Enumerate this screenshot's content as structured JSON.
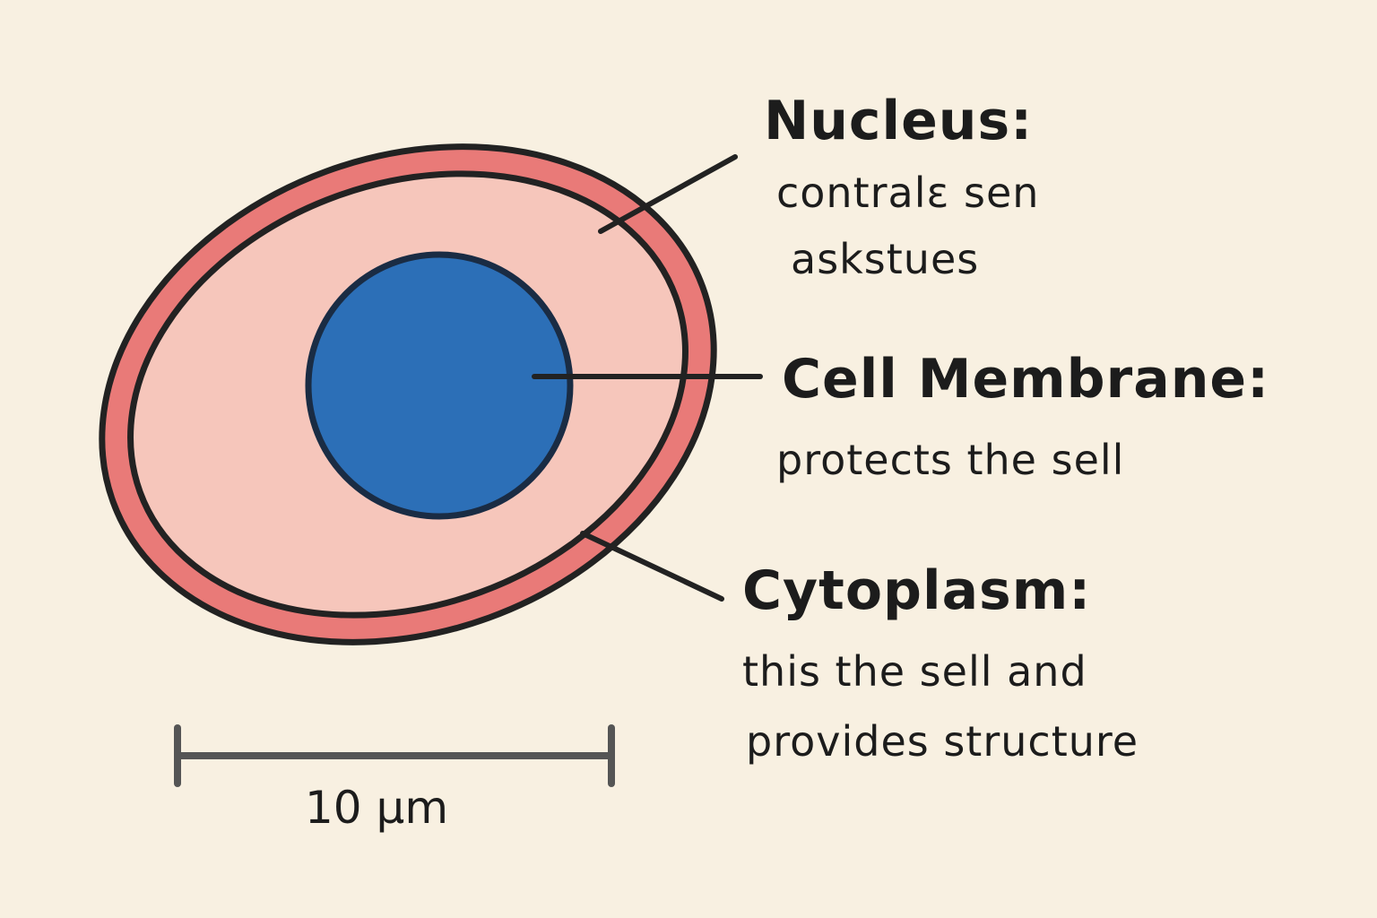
{
  "labels": {
    "nucleus": {
      "title": "Nucleus:",
      "desc_line1": "contralε sen",
      "desc_line2": "askstues"
    },
    "cell_membrane": {
      "title": "Cell Membrane:",
      "desc_line1": "protects the sell"
    },
    "cytoplasm": {
      "title": "Cytoplasm:",
      "desc_line1": "this the sell and",
      "desc_line2": "provides structure"
    }
  },
  "scale_bar": {
    "label": "10 μm"
  },
  "colors": {
    "background": "#f8f0e1",
    "membrane_red": "#e66b6b",
    "cytoplasm_pink": "#f6c3b8",
    "nucleus_blue": "#2c6fb7",
    "ink": "#1c1c1c",
    "scale_gray": "#555555"
  }
}
